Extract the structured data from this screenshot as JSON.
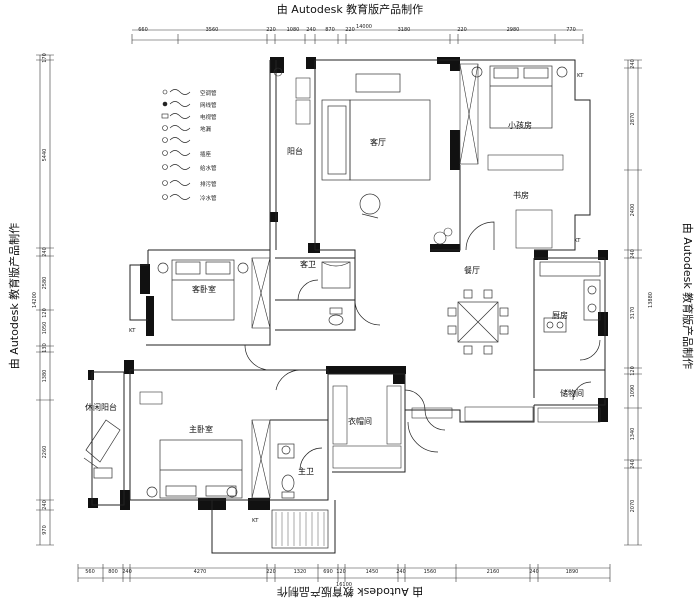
{
  "watermark": "由 Autodesk 教育版产品制作",
  "rooms": {
    "balcony_north": "阳台",
    "living": "客厅",
    "child": "小孩房",
    "study": "书房",
    "guest_bath": "客卫",
    "guest_bed": "客卧室",
    "dining": "餐厅",
    "kitchen": "厨房",
    "storage": "储物间",
    "leisure": "休闲阳台",
    "master": "主卧室",
    "wardrobe": "衣帽间",
    "master_bath": "主卫"
  },
  "kt_labels": [
    "KT",
    "KT",
    "KT",
    "KT"
  ],
  "legend": [
    "空调管",
    "网线管",
    "电视管",
    "地漏",
    "插座",
    "给水管",
    "排污管",
    "冷水管"
  ],
  "dims": {
    "top_total": "14000",
    "top": [
      "660",
      "3560",
      "220",
      "1080",
      "240",
      "870",
      "220",
      "3180",
      "220",
      "2980",
      "770"
    ],
    "bottom_total": "16100",
    "bottom": [
      "560",
      "800",
      "240",
      "4270",
      "220",
      "1320",
      "690",
      "120",
      "1450",
      "240",
      "1560",
      "2160",
      "240",
      "1890"
    ],
    "left_total": "14200",
    "left": [
      "170",
      "5440",
      "240",
      "2580",
      "120",
      "1050",
      "130",
      "1380",
      "2260",
      "240",
      "970"
    ],
    "right_total": "13880",
    "right": [
      "240",
      "2870",
      "2400",
      "240",
      "3170",
      "120",
      "1090",
      "1340",
      "240",
      "2070"
    ]
  }
}
